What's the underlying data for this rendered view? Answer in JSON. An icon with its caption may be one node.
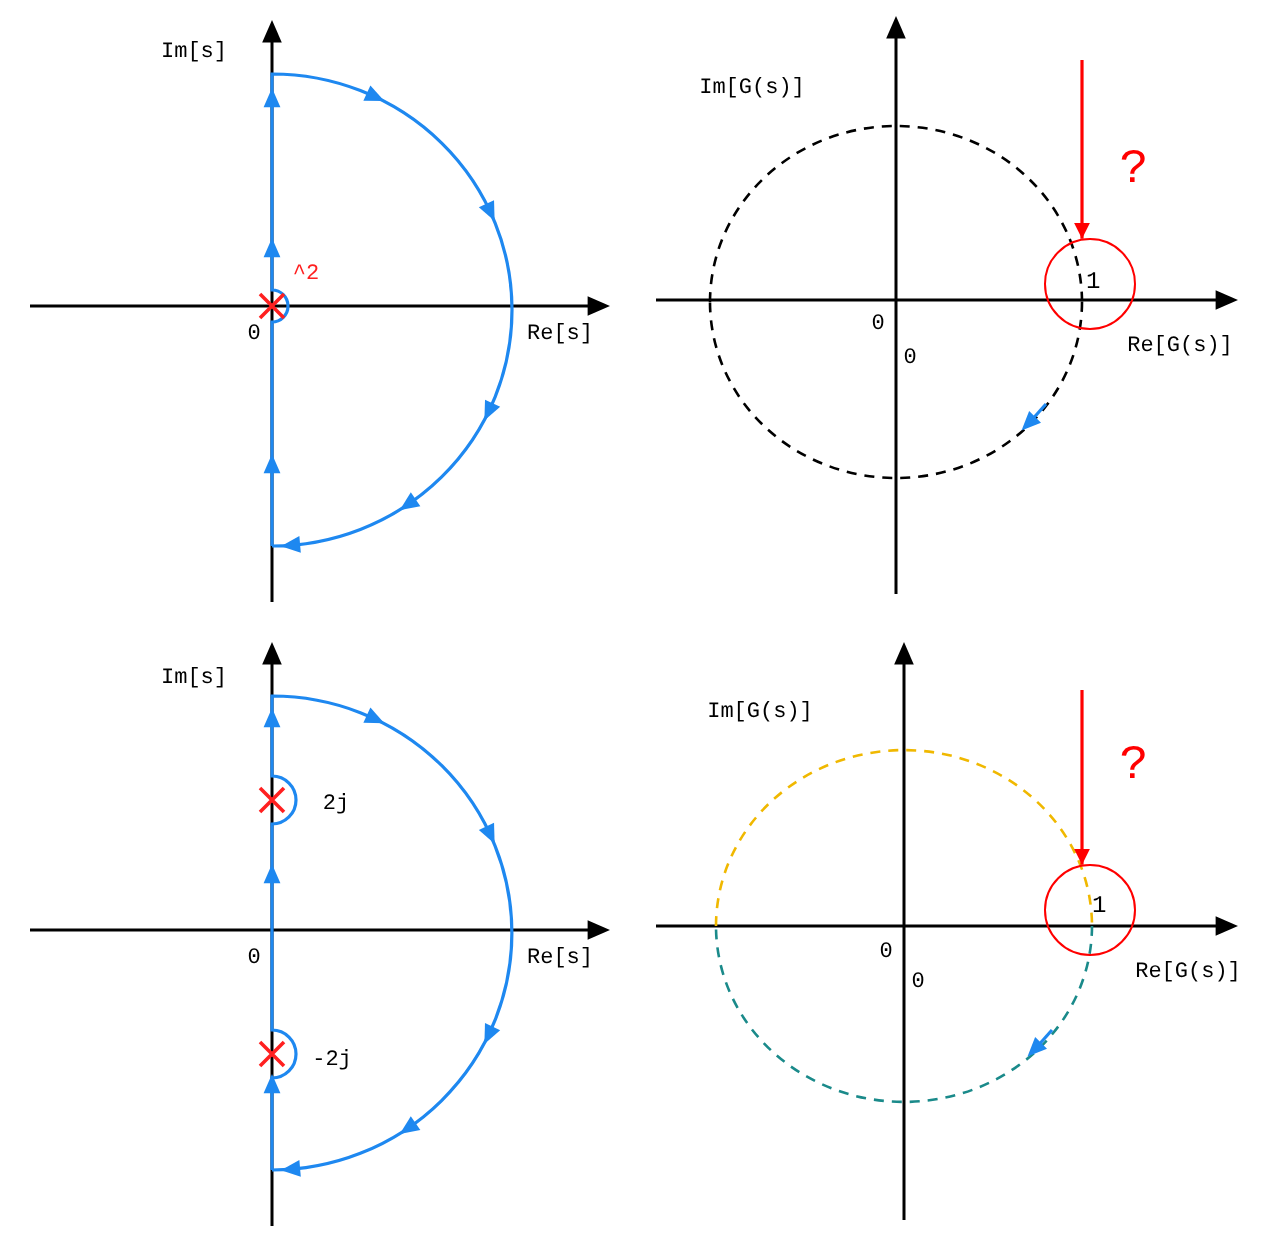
{
  "diagram": {
    "nodes": [
      {
        "text": [
          "1"
        ]
      },
      {
        "text": [
          "1"
        ]
      }
    ],
    "edges": [
      {
        "from": null,
        "to": 0,
        "arrow": "to",
        "label": "?"
      },
      {
        "from": null,
        "to": 1,
        "arrow": "to",
        "label": "?"
      }
    ],
    "labels": [
      "Im[s]",
      "^2",
      "0",
      "Re[s]",
      "Im[G(s)]",
      "0",
      "Re[G(s)]",
      "0",
      "Im[s]",
      "2j",
      "0",
      "Re[s]",
      "-2j",
      "Im[G(s)]",
      "0",
      "Re[G(s)]",
      "0"
    ]
  }
}
